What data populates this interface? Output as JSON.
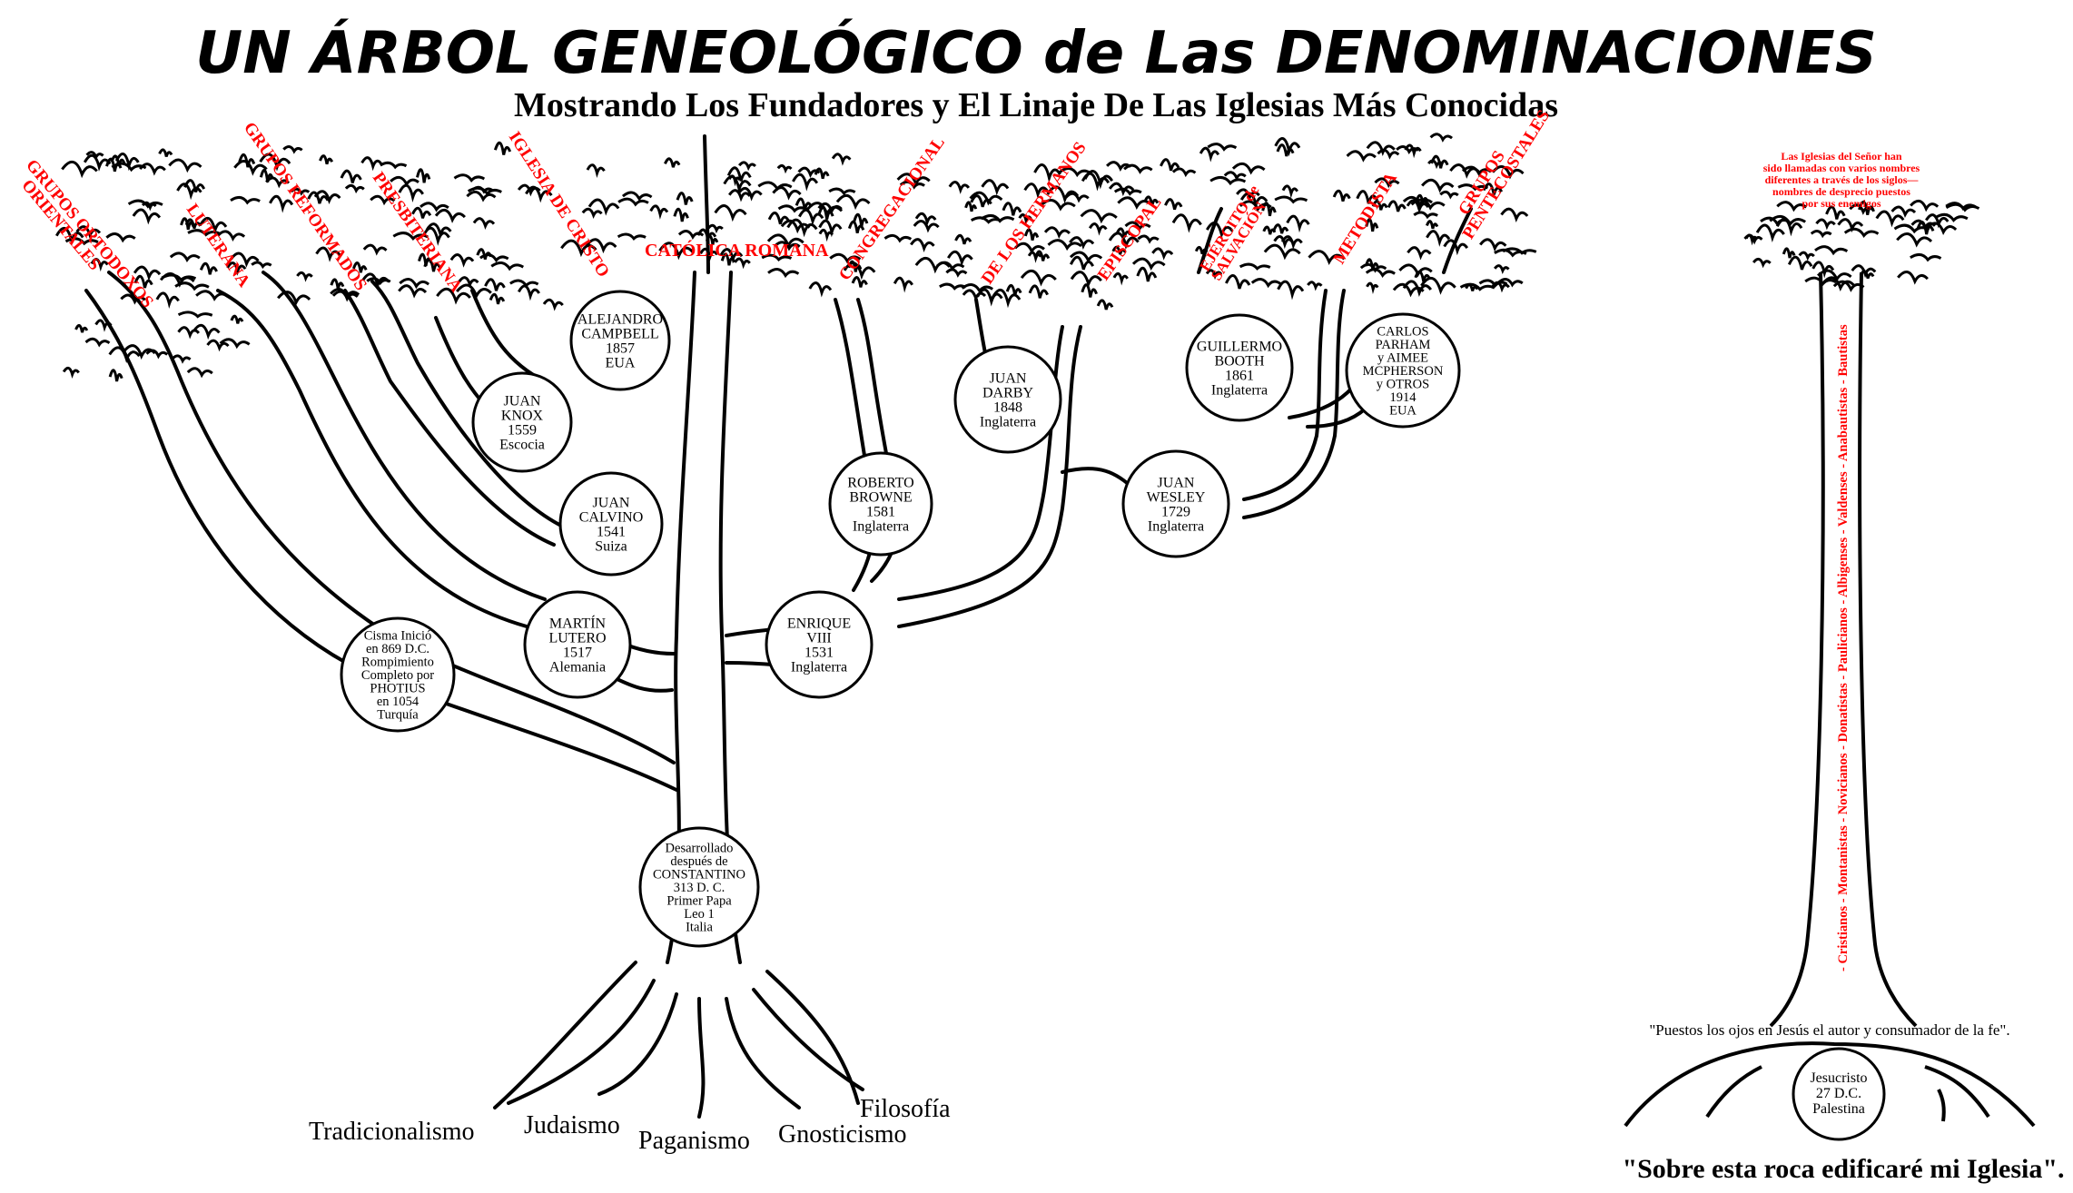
{
  "title": "UN ÁRBOL GENEOLÓGICO de Las DENOMINACIONES",
  "subtitle": "Mostrando Los Fundadores y El Linaje De Las Iglesias Más Conocidas",
  "colors": {
    "ink": "#000000",
    "accent": "#ff0000",
    "background": "#ffffff"
  },
  "branches": [
    {
      "id": "ortodoxos",
      "lines": [
        "GRUPOS ORTODOXOS",
        "ORIENTALES"
      ]
    },
    {
      "id": "luterana",
      "lines": [
        "LUTERANA"
      ]
    },
    {
      "id": "reformados",
      "lines": [
        "GRUPOS REFORMADOS"
      ]
    },
    {
      "id": "presbiteriana",
      "lines": [
        "PRESBITERIANA"
      ]
    },
    {
      "id": "cristo",
      "lines": [
        "IGLESIA DE CRISTO"
      ]
    },
    {
      "id": "catolica",
      "lines": [
        "CATÓLICA ROMANA"
      ]
    },
    {
      "id": "congregacional",
      "lines": [
        "CONGREGACIONAL"
      ]
    },
    {
      "id": "hermanos",
      "lines": [
        "DE LOS HERMANOS"
      ]
    },
    {
      "id": "episcopal",
      "lines": [
        "EPISCOPAL"
      ]
    },
    {
      "id": "ejercito",
      "lines": [
        "EJÉRCITO de",
        "SALVACIÓN"
      ]
    },
    {
      "id": "metodista",
      "lines": [
        "METODISTA"
      ]
    },
    {
      "id": "pentecostales",
      "lines": [
        "GRUPOS",
        "PENTECOSTALES"
      ]
    }
  ],
  "founders": [
    {
      "id": "campbell",
      "lines": [
        "ALEJANDRO",
        "CAMPBELL",
        "1857",
        "EUA"
      ]
    },
    {
      "id": "knox",
      "lines": [
        "JUAN",
        "KNOX",
        "1559",
        "Escocia"
      ]
    },
    {
      "id": "calvino",
      "lines": [
        "JUAN",
        "CALVINO",
        "1541",
        "Suiza"
      ]
    },
    {
      "id": "lutero",
      "lines": [
        "MARTÍN",
        "LUTERO",
        "1517",
        "Alemania"
      ]
    },
    {
      "id": "cisma",
      "lines": [
        "Cisma Inició",
        "en 869 D.C.",
        "Rompimiento",
        "Completo por",
        "PHOTIUS",
        "en 1054",
        "Turquía"
      ]
    },
    {
      "id": "constantino",
      "lines": [
        "Desarrollado",
        "después de",
        "CONSTANTINO",
        "313 D. C.",
        "Primer Papa",
        "Leo 1",
        "Italia"
      ]
    },
    {
      "id": "enrique",
      "lines": [
        "ENRIQUE",
        "VIII",
        "1531",
        "Inglaterra"
      ]
    },
    {
      "id": "browne",
      "lines": [
        "ROBERTO",
        "BROWNE",
        "1581",
        "Inglaterra"
      ]
    },
    {
      "id": "darby",
      "lines": [
        "JUAN",
        "DARBY",
        "1848",
        "Inglaterra"
      ]
    },
    {
      "id": "booth",
      "lines": [
        "GUILLERMO",
        "BOOTH",
        "1861",
        "Inglaterra"
      ]
    },
    {
      "id": "wesley",
      "lines": [
        "JUAN",
        "WESLEY",
        "1729",
        "Inglaterra"
      ]
    },
    {
      "id": "parham",
      "lines": [
        "CARLOS",
        "PARHAM",
        "y AIMEE",
        "MCPHERSON",
        "y OTROS",
        "1914",
        "EUA"
      ]
    }
  ],
  "roots": [
    "Tradicionalismo",
    "Judaismo",
    "Paganismo",
    "Gnosticismo",
    "Filosofía"
  ],
  "true_church": {
    "note_lines": [
      "Las Iglesias del Señor han",
      "sido llamadas con varios nombres",
      "diferentes a través de los siglos—",
      "nombres de desprecio puestos",
      "por sus enemigos"
    ],
    "trunk_names": "- Cristianos - Montanistas - Novicianos - Donatistas - Paulicianos - Albigenses - Valdenses - Anabautistas - Bautistas",
    "quote": "\"Puestos los ojos en Jesús el autor y consumador de la fe\".",
    "founder_lines": [
      "Jesucristo",
      "27 D.C.",
      "Palestina"
    ],
    "footer": "\"Sobre esta roca edificaré mi Iglesia\"."
  }
}
